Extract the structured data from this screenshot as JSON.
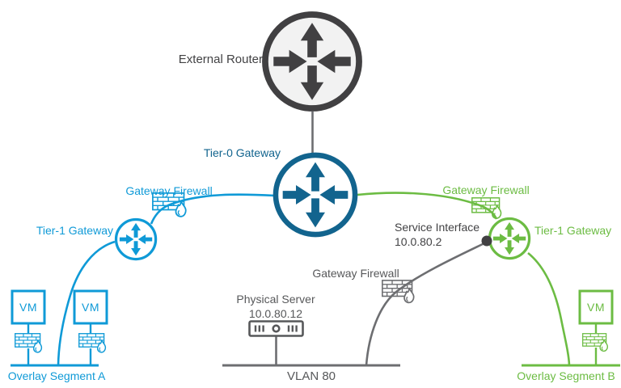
{
  "colors": {
    "teal": "#12648e",
    "blue": "#0f9ad7",
    "green": "#6cbc43",
    "dark_gray": "#414042",
    "line_gray": "#6d6e71",
    "text_dark": "#424244",
    "text_gray": "#57585a",
    "router_fill": "#f2f2f2"
  },
  "labels": {
    "external_router": "External Router",
    "tier0_gateway": "Tier-0 Gateway",
    "tier1_gateway_left": "Tier-1 Gateway",
    "tier1_gateway_right": "Tier-1 Gateway",
    "gateway_firewall_left": "Gateway Firewall",
    "gateway_firewall_right": "Gateway Firewall",
    "gateway_firewall_center": "Gateway Firewall",
    "service_interface": "Service Interface",
    "service_interface_ip": "10.0.80.2",
    "physical_server": "Physical Server",
    "physical_server_ip": "10.0.80.12",
    "vlan": "VLAN 80",
    "overlay_segment_a": "Overlay Segment A",
    "overlay_segment_b": "Overlay Segment B",
    "vm": "VM"
  },
  "icons": {
    "router": "circle with four arrows",
    "firewall": "brick wall with flame",
    "vm": "square box labeled VM",
    "server": "rack server unit",
    "service_interface_dot": "filled connection dot"
  }
}
